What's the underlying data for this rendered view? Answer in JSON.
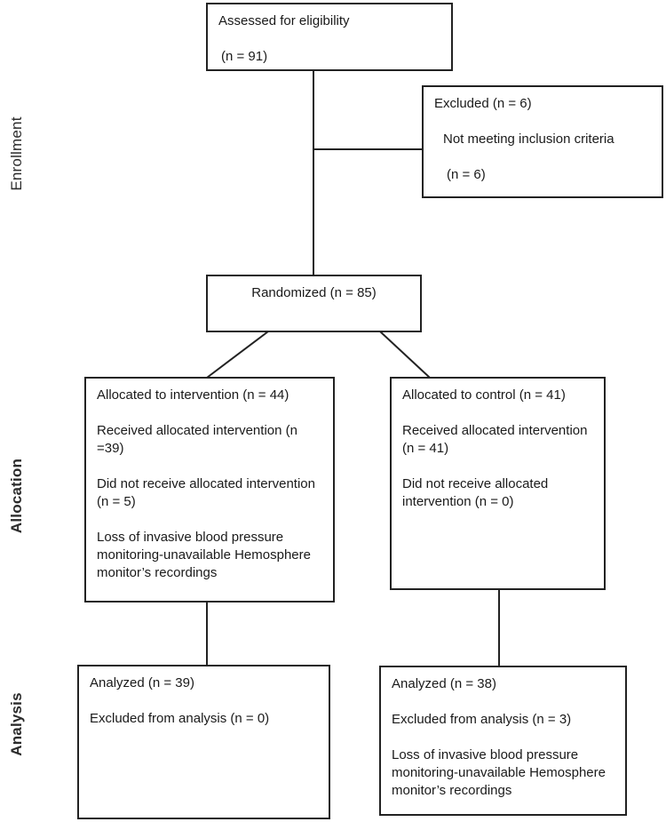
{
  "stages": {
    "enrollment": "Enrollment",
    "allocation": "Allocation",
    "analysis": "Analysis"
  },
  "boxes": {
    "assessed": {
      "line1": "Assessed for eligibility",
      "line2": "(n = 91)"
    },
    "excluded": {
      "line1": "Excluded (n = 6)",
      "line2": "Not meeting inclusion criteria",
      "line3": "(n = 6)"
    },
    "randomized": {
      "line1": "Randomized (n = 85)"
    },
    "allocated_intervention": {
      "line1": "Allocated to intervention (n = 44)",
      "line2": "Received allocated intervention (n =39)",
      "line3": "Did not receive allocated intervention (n = 5)",
      "line4": "Loss of invasive blood pressure monitoring-unavailable Hemosphere monitor’s recordings"
    },
    "allocated_control": {
      "line1": "Allocated to control (n = 41)",
      "line2": "Received allocated intervention (n = 41)",
      "line3": "Did not receive allocated intervention (n = 0)"
    },
    "analyzed_intervention": {
      "line1": "Analyzed (n = 39)",
      "line2": "Excluded from analysis (n = 0)"
    },
    "analyzed_control": {
      "line1": "Analyzed (n = 38)",
      "line2": "Excluded from analysis (n = 3)",
      "line3": "Loss of invasive blood pressure monitoring-unavailable Hemosphere monitor’s recordings"
    }
  },
  "colors": {
    "background": "#ffffff",
    "border": "#222222",
    "text": "#1a1a1a",
    "connector": "#222222"
  }
}
